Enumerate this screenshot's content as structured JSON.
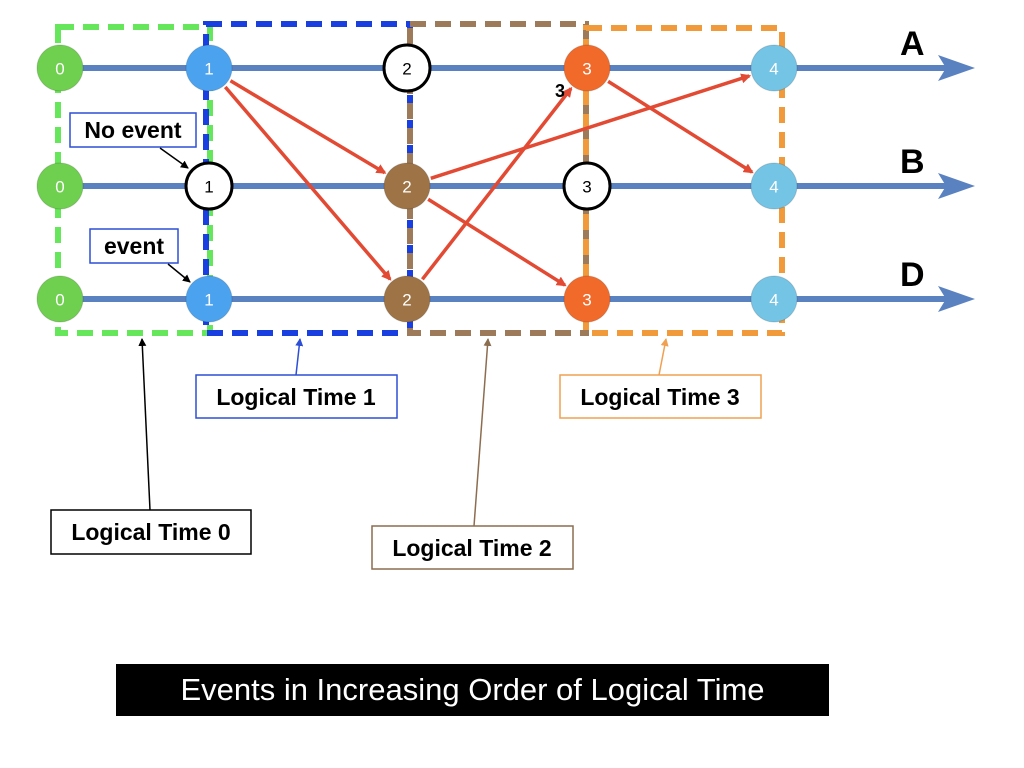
{
  "lanes": [
    {
      "id": "A",
      "label": "A",
      "events": [
        {
          "value": "0",
          "kind": "init"
        },
        {
          "value": "1",
          "kind": "event"
        },
        {
          "value": "2",
          "kind": "none"
        },
        {
          "value": "3",
          "kind": "event"
        },
        {
          "value": "4",
          "kind": "event"
        }
      ]
    },
    {
      "id": "B",
      "label": "B",
      "events": [
        {
          "value": "0",
          "kind": "init"
        },
        {
          "value": "1",
          "kind": "none"
        },
        {
          "value": "2",
          "kind": "event"
        },
        {
          "value": "3",
          "kind": "none"
        },
        {
          "value": "4",
          "kind": "event"
        }
      ]
    },
    {
      "id": "D",
      "label": "D",
      "events": [
        {
          "value": "0",
          "kind": "init"
        },
        {
          "value": "1",
          "kind": "event"
        },
        {
          "value": "2",
          "kind": "event"
        },
        {
          "value": "3",
          "kind": "event"
        },
        {
          "value": "4",
          "kind": "event"
        }
      ]
    }
  ],
  "messages": [
    {
      "from": [
        "A",
        1
      ],
      "to": [
        "B",
        2
      ]
    },
    {
      "from": [
        "A",
        1
      ],
      "to": [
        "D",
        2
      ]
    },
    {
      "from": [
        "B",
        2
      ],
      "to": [
        "A",
        4
      ]
    },
    {
      "from": [
        "B",
        2
      ],
      "to": [
        "D",
        3
      ]
    },
    {
      "from": [
        "D",
        2
      ],
      "to": [
        "A",
        3
      ]
    },
    {
      "from": [
        "A",
        3
      ],
      "to": [
        "B",
        4
      ]
    }
  ],
  "time_labels": [
    {
      "id": "lt0",
      "text": "Logical Time 0",
      "color": "#000000"
    },
    {
      "id": "lt1",
      "text": "Logical Time 1",
      "color": "#2d4fd6"
    },
    {
      "id": "lt2",
      "text": "Logical Time 2",
      "color": "#8c6d4f"
    },
    {
      "id": "lt3",
      "text": "Logical Time 3",
      "color": "#f0a050"
    }
  ],
  "annotations": {
    "no_event": "No event",
    "event": "event",
    "stray_mark": "3"
  },
  "caption": "Events in Increasing Order of Logical Time",
  "colors": {
    "t0": "#6fcf4f",
    "t1": "#4ba3f0",
    "t2": "#9e7446",
    "t3": "#f26a2a",
    "t4": "#74c4e6",
    "box0": "#66e65a",
    "box1": "#1a3fe0",
    "box2": "#9c7a5a",
    "box3": "#f09a3c",
    "lane": "#5b82c0",
    "message": "#e24a33"
  }
}
